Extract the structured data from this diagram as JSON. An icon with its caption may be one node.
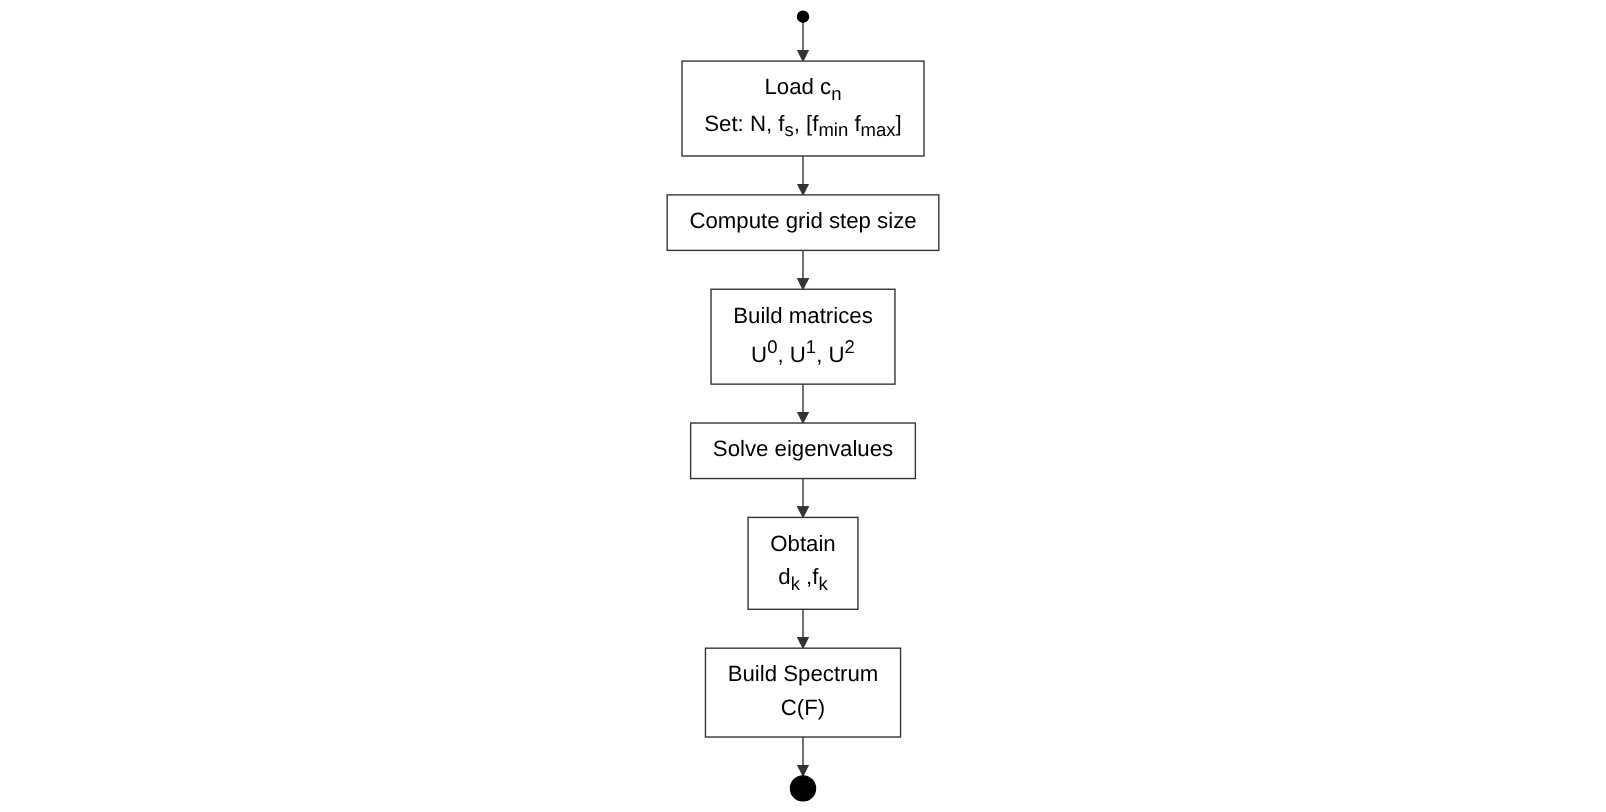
{
  "diagram": {
    "nodes": [
      {
        "text": [],
        "shape": "circle"
      },
      {
        "text": [
          "Load c$_{n}$",
          "Set: N, f$_{s}$, [f$_{min}$  f$_{max}$]"
        ]
      },
      {
        "text": [
          "Compute grid step size"
        ]
      },
      {
        "text": [
          "Build matrices",
          "U$^{0}$, U$^{1}$, U$^{2}$"
        ]
      },
      {
        "text": [
          "Solve eigenvalues"
        ]
      },
      {
        "text": [
          "Obtain",
          "d$_{k}$ ,f$_{k}$"
        ]
      },
      {
        "text": [
          "Build Spectrum",
          "C(F)"
        ]
      },
      {
        "text": [],
        "shape": "bullseye"
      }
    ],
    "edges": [
      {
        "from": 0,
        "to": 1,
        "arrow": "to"
      },
      {
        "from": 1,
        "to": 2,
        "arrow": "to"
      },
      {
        "from": 2,
        "to": 3,
        "arrow": "to"
      },
      {
        "from": 3,
        "to": 4,
        "arrow": "to"
      },
      {
        "from": 4,
        "to": 5,
        "arrow": "to"
      },
      {
        "from": 5,
        "to": 6,
        "arrow": "to"
      },
      {
        "from": 6,
        "to": 7,
        "arrow": "to"
      }
    ]
  }
}
